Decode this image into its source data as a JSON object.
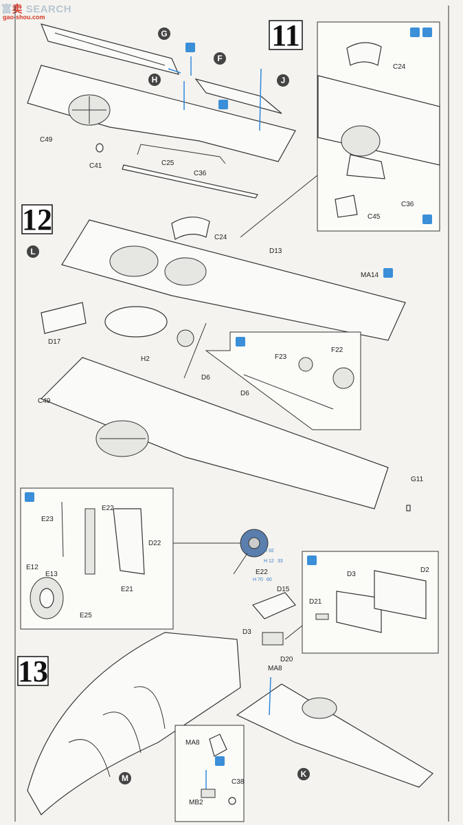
{
  "watermark": {
    "prefix": "富",
    "red": "卖",
    "mid": "",
    "suffix": "SEARCH",
    "url": "gao-shou.com"
  },
  "steps": {
    "s11": "11",
    "s12": "12",
    "s13": "13"
  },
  "callouts": {
    "G": "G",
    "H": "H",
    "F": "F",
    "J": "J",
    "L": "L",
    "M": "M",
    "K": "K"
  },
  "labels": {
    "C24a": "C24",
    "C49a": "C49",
    "C41": "C41",
    "C25": "C25",
    "C36a": "C36",
    "C36b": "C36",
    "C45": "C45",
    "C24b": "C24",
    "D13": "D13",
    "MA14": "MA14",
    "D17": "D17",
    "H2": "H2",
    "D6a": "D6",
    "D6b": "D6",
    "F23": "F23",
    "F22": "F22",
    "C49b": "C49",
    "G11": "G11",
    "E23": "E23",
    "E22a": "E22",
    "D22": "D22",
    "E12": "E12",
    "E13": "E13",
    "E21": "E21",
    "E25": "E25",
    "E22b": "E22",
    "D15": "D15",
    "D3a": "D3",
    "D3b": "D3",
    "D2": "D2",
    "D21": "D21",
    "D20": "D20",
    "MA8a": "MA8",
    "MA8b": "MA8",
    "C38": "C38",
    "MB2": "MB2"
  },
  "paint": {
    "p1": "H 92",
    "p2": "H 12",
    "p2b": "33",
    "p3": "H 70",
    "p3b": "60"
  },
  "icons": [
    "glue-icon",
    "paint-icon",
    "drill-icon"
  ]
}
